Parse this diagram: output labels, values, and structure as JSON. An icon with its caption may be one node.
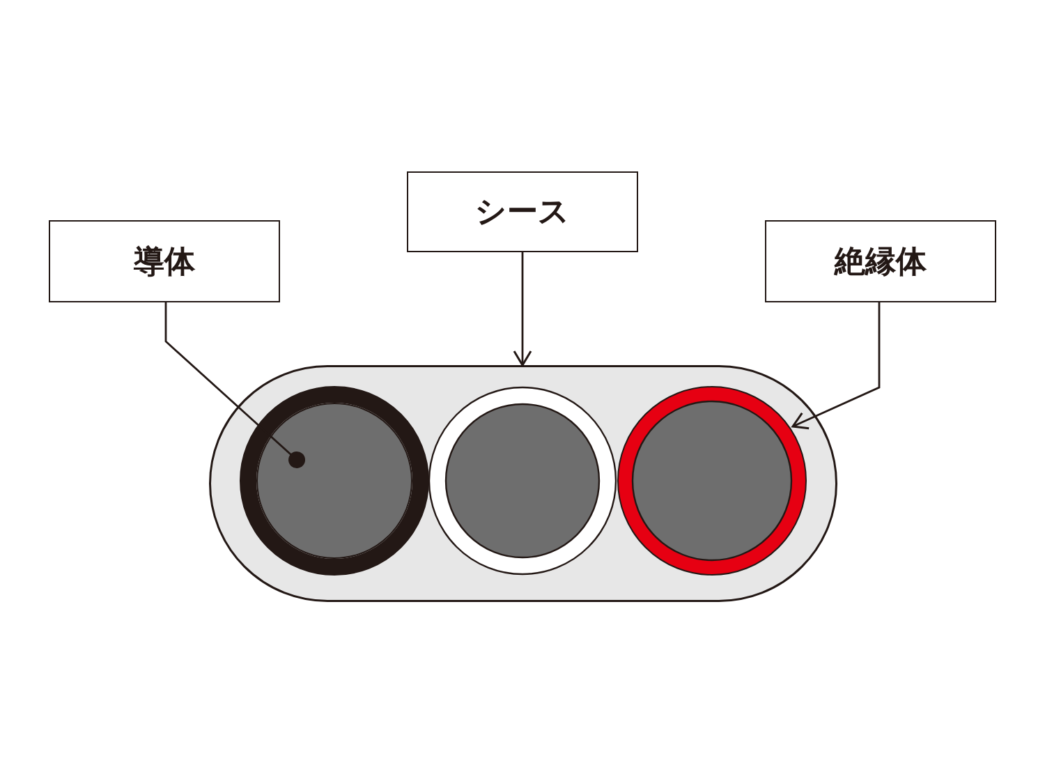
{
  "diagram": {
    "nodes": [
      {
        "text": [
          "導体"
        ]
      },
      {
        "text": [
          "シース"
        ]
      },
      {
        "text": [
          "絶縁体"
        ]
      },
      {
        "text": [],
        "shape": "box"
      },
      {
        "text": [],
        "shape": "circle",
        "in": 3
      },
      {
        "text": [],
        "shape": "circle",
        "in": 3
      }
    ],
    "edges": [
      {
        "from": 0,
        "to": 4,
        "arrow": "other"
      },
      {
        "from": 1,
        "to": 3,
        "arrow": "to"
      },
      {
        "from": 2,
        "to": 5,
        "arrow": "to"
      }
    ]
  }
}
